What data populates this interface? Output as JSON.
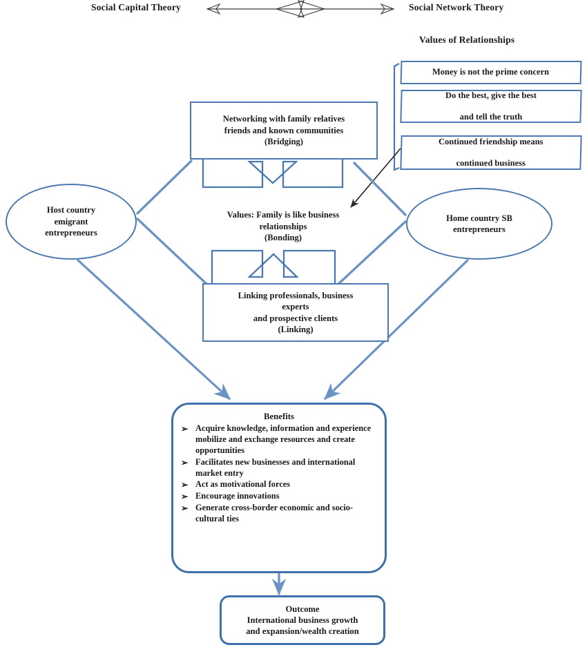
{
  "diagram": {
    "theory_left": "Social Capital Theory",
    "theory_right": "Social Network Theory",
    "values_title": "Values of Relationships",
    "value_boxes": [
      "Money is not the prime concern",
      "Do the best, give the best\nand tell the truth",
      "Continued friendship means\ncontinued business"
    ],
    "value_1": "Money is not the prime concern",
    "value_2_line1": "Do the best, give the best",
    "value_2_line2": "and tell the truth",
    "value_3_line1": "Continued friendship means",
    "value_3_line2": "continued business",
    "bridging_line1": "Networking with family relatives",
    "bridging_line2": "friends and known communities",
    "bridging_line3": "(Bridging)",
    "bonding_line1": "Values: Family is like business",
    "bonding_line2": "relationships",
    "bonding_line3": "(Bonding)",
    "linking_line1": "Linking professionals, business",
    "linking_line2": "experts",
    "linking_line3": "and prospective clients",
    "linking_line4": "(Linking)",
    "ellipse_left_line1": "Host country",
    "ellipse_left_line2": "emigrant",
    "ellipse_left_line3": "entrepreneurs",
    "ellipse_right_line1": "Home country SB",
    "ellipse_right_line2": "entrepreneurs",
    "benefits_title": "Benefits",
    "benefits": [
      "Acquire knowledge, information and experience mobilize and exchange resources and create opportunities",
      "Facilitates  new businesses and international market entry",
      "Act as motivational forces",
      "Encourage innovations",
      "Generate cross-border economic and socio-cultural ties"
    ],
    "bullet_glyph": "➢",
    "outcome_title": "Outcome",
    "outcome_line1": "International business growth",
    "outcome_line2": "and expansion/wealth creation",
    "colors": {
      "line_blue": "#4a78b0",
      "border_blue": "#3f6fa8",
      "arrow_dark": "#2b2b2b",
      "background": "#ffffff",
      "text": "#1a1a1a"
    }
  }
}
